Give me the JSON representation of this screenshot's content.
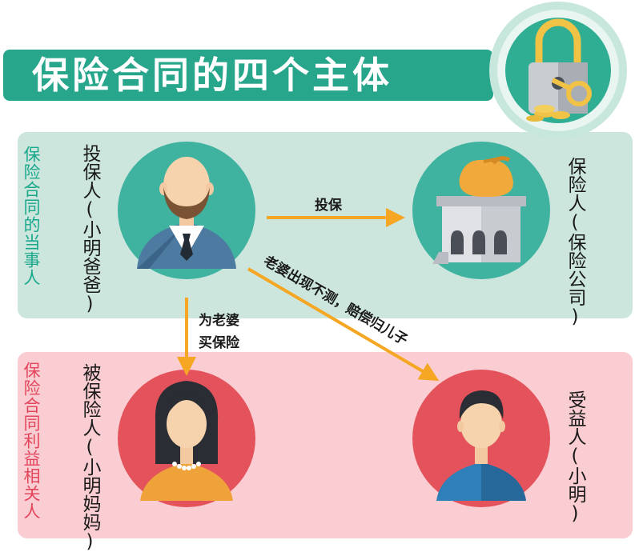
{
  "title": "保险合同的四个主体",
  "bands": {
    "top_label": "保险合同的当事人",
    "bottom_label": "保险合同利益相关人"
  },
  "roles": {
    "policyholder": "投保人(小明爸爸)",
    "insurer": "保险人(保险公司)",
    "insured": "被保险人(小明妈妈)",
    "beneficiary": "受益人(小明)"
  },
  "flows": {
    "insure": "投保",
    "buy_line1": "为老婆",
    "buy_line2": "买保险",
    "payout": "老婆出现不测，赔偿归儿子"
  },
  "icons": [
    "padlock-key-coins-icon",
    "bald-man-avatar-icon",
    "bank-building-moneybag-icon",
    "woman-avatar-icon",
    "boy-avatar-icon"
  ],
  "colors": {
    "title_bg": "#27a68c",
    "top_band": "#cce6dd",
    "bottom_band": "#f9cdd1",
    "top_circle": "#3fb3a0",
    "bottom_circle": "#e4525c",
    "arrow": "#f5a623",
    "label_green": "#1aa88c",
    "label_pink": "#e3455c"
  }
}
